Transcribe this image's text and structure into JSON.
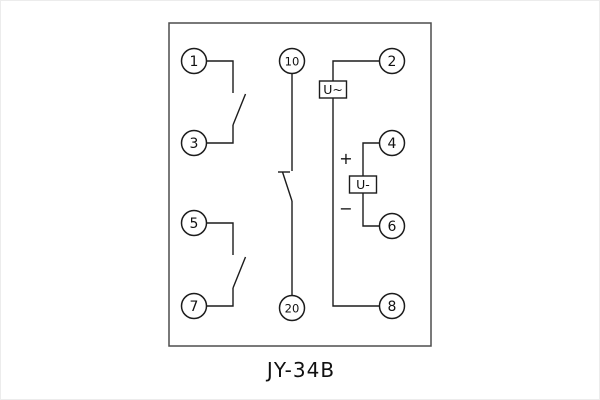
{
  "title": "JY-34B",
  "terminals": [
    {
      "label": "1"
    },
    {
      "label": "3"
    },
    {
      "label": "5"
    },
    {
      "label": "7"
    },
    {
      "label": "10"
    },
    {
      "label": "20"
    },
    {
      "label": "2"
    },
    {
      "label": "4"
    },
    {
      "label": "6"
    },
    {
      "label": "8"
    }
  ],
  "labels": {
    "ac_source": "U~",
    "dc_source": "U-",
    "plus": "+",
    "minus": "−"
  }
}
